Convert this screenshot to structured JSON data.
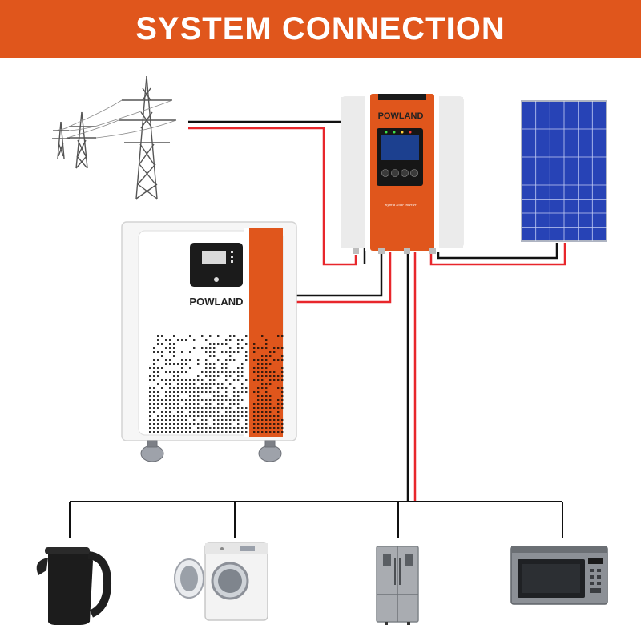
{
  "header": {
    "title": "SYSTEM CONNECTION"
  },
  "inverter": {
    "brand": "POWLAND",
    "model_text": "Hybrid Solar Inverter"
  },
  "battery": {
    "brand": "POWLAND"
  },
  "colors": {
    "banner": "#e0561c",
    "device_orange": "#e0561c",
    "wire_red": "#e8262b",
    "wire_black": "#111111",
    "panel_blue": "#2743b6",
    "device_white": "#f4f4f4"
  },
  "icons": {
    "grid": "power-tower-icon",
    "solar": "solar-panel-icon",
    "loads": [
      "kettle-icon",
      "washing-machine-icon",
      "refrigerator-icon",
      "microwave-icon"
    ]
  }
}
